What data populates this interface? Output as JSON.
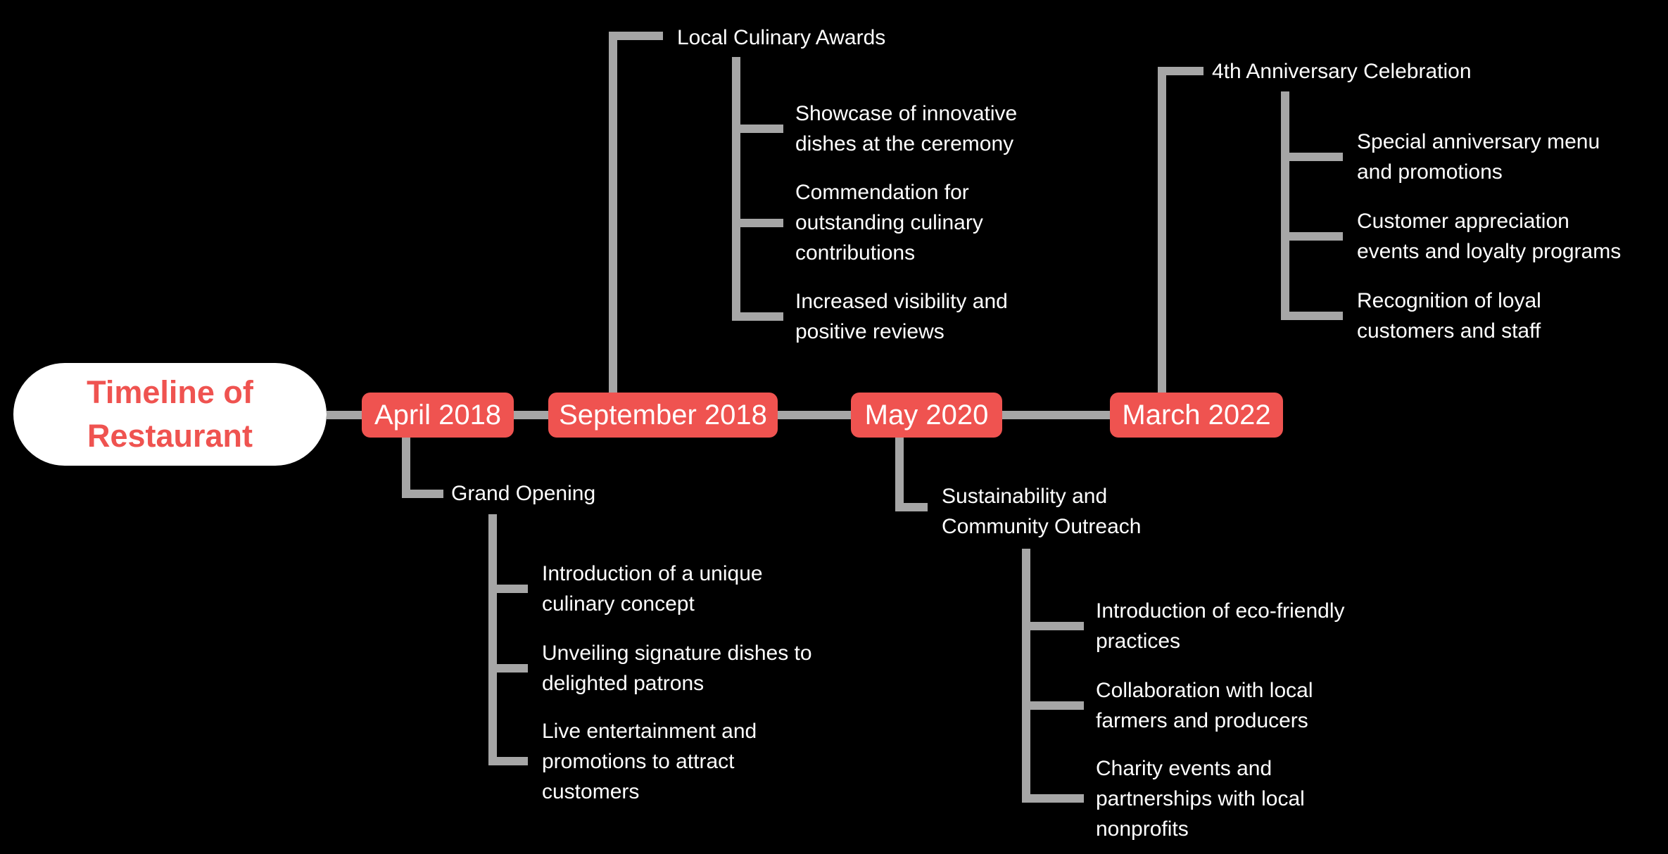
{
  "root": {
    "title": "Timeline of\nRestaurant"
  },
  "branches": [
    {
      "date": "April 2018",
      "label": "Grand Opening",
      "items": [
        "Introduction of a unique\nculinary concept",
        "Unveiling signature dishes to\ndelighted patrons",
        "Live entertainment and\npromotions to attract\ncustomers"
      ]
    },
    {
      "date": "September 2018",
      "label": "Local Culinary Awards",
      "items": [
        "Showcase of innovative\ndishes at the ceremony",
        "Commendation for\noutstanding culinary\ncontributions",
        "Increased visibility and\npositive reviews"
      ]
    },
    {
      "date": "May 2020",
      "label": "Sustainability and\nCommunity Outreach",
      "items": [
        "Introduction of eco-friendly\npractices",
        "Collaboration with local\nfarmers and producers",
        "Charity events and\npartnerships with local\nnonprofits"
      ]
    },
    {
      "date": "March 2022",
      "label": "4th Anniversary Celebration",
      "items": [
        "Special anniversary menu\nand promotions",
        "Customer appreciation\nevents and loyalty programs",
        "Recognition of loyal\ncustomers and staff"
      ]
    }
  ],
  "colors": {
    "background": "#000000",
    "accent_red": "#ef5350",
    "root_background": "#ffffff",
    "connector_gray": "#a6a6a6",
    "text_white": "#ffffff"
  }
}
